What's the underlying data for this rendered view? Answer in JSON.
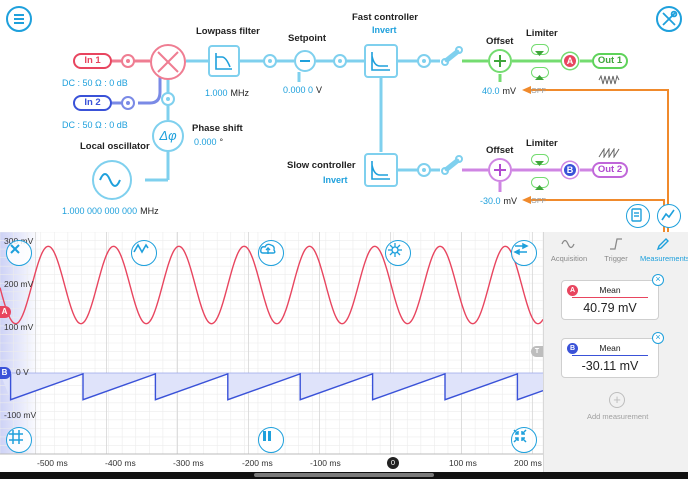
{
  "diagram": {
    "inputs": {
      "in1_label": "In 1",
      "in1_info": "DC : 50 Ω : 0 dB",
      "in2_label": "In 2",
      "in2_info": "DC : 50 Ω : 0 dB"
    },
    "local_oscillator": {
      "title": "Local oscillator",
      "value": "1.000 000 000 000",
      "unit": "MHz"
    },
    "phase_shift": {
      "title": "Phase shift",
      "value": "0.000",
      "unit": "°"
    },
    "lowpass": {
      "title": "Lowpass filter",
      "value": "1.000",
      "unit": "MHz"
    },
    "setpoint": {
      "title": "Setpoint",
      "value": "0.000 0",
      "unit": "V"
    },
    "fast_controller": {
      "title": "Fast controller",
      "mode": "Invert"
    },
    "slow_controller": {
      "title": "Slow controller",
      "mode": "Invert"
    },
    "offset_a": {
      "title": "Offset",
      "value": "40.0",
      "unit": "mV"
    },
    "offset_b": {
      "title": "Offset",
      "value": "-30.0",
      "unit": "mV"
    },
    "limiter_a": {
      "title": "Limiter",
      "state": "OFF"
    },
    "limiter_b": {
      "title": "Limiter",
      "state": "OFF"
    },
    "channel_a": "A",
    "channel_b": "B",
    "out1_label": "Out 1",
    "out2_label": "Out 2"
  },
  "plot": {
    "y_labels_a": [
      "300 mV",
      "200 mV",
      "100 mV"
    ],
    "y_labels_b": [
      "0 V",
      "-100 mV"
    ],
    "x_labels": [
      "-500 ms",
      "-400 ms",
      "-300 ms",
      "-200 ms",
      "-100 ms",
      "0",
      "100 ms",
      "200 ms"
    ],
    "marker_a": "A",
    "marker_b": "B",
    "trigger_marker": "T",
    "time_marker": "0"
  },
  "chart_data": {
    "type": "line",
    "x_unit": "ms",
    "xlim": [
      -550,
      215
    ],
    "series": [
      {
        "name": "A",
        "shape": "sine",
        "mean_mV": 40.79,
        "period_ms": 92,
        "peak_mV": 290,
        "trough_mV": 110
      },
      {
        "name": "B",
        "shape": "sawtooth",
        "mean_mV": -30.11,
        "period_ms": 102,
        "high_mV": -2,
        "low_mV": -62
      }
    ],
    "color_a": "#e8455f",
    "color_b": "#3a52d8"
  },
  "panel": {
    "tabs": [
      "Acquisition",
      "Trigger",
      "Measurements"
    ],
    "active_tab": "Measurements",
    "measurements": [
      {
        "channel": "A",
        "name": "Mean",
        "value": "40.79 mV"
      },
      {
        "channel": "B",
        "name": "Mean",
        "value": "-30.11 mV"
      }
    ],
    "add_label": "Add measurement"
  },
  "colors": {
    "accent": "#1ea0dc",
    "channel_a": "#e8455f",
    "channel_b": "#3a52d8",
    "out1": "#5ed35a",
    "out2": "#c067d9",
    "arrow": "#f08a2c"
  }
}
